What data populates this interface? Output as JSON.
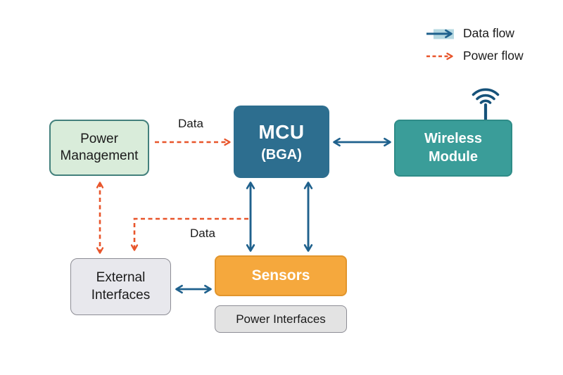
{
  "legend": {
    "items": [
      {
        "id": "data-flow",
        "label": "Data flow",
        "color": "#1f618d",
        "line_style": "solid"
      },
      {
        "id": "power-flow",
        "label": "Power flow",
        "color": "#e8552b",
        "line_style": "dashed"
      }
    ],
    "highlight_color": "#b5d8e1"
  },
  "nodes": {
    "power_management": {
      "label": "Power Management",
      "fill": "#d9ecda",
      "border": "#43807c",
      "text_color": "#1b1b1b"
    },
    "mcu": {
      "label": "MCU",
      "sublabel": "(BGA)",
      "fill": "#2d6e8f",
      "text_color": "#ffffff"
    },
    "wireless_module": {
      "label": "Wireless Module",
      "fill": "#3a9d99",
      "border": "#2f8c88",
      "text_color": "#ffffff"
    },
    "external_interfaces": {
      "label": "External Interfaces",
      "fill": "#e8e8ed",
      "border": "#8d8d95",
      "text_color": "#1b1b1b"
    },
    "sensors": {
      "label": "Sensors",
      "fill": "#f5a83d",
      "border": "#e2952c",
      "text_color": "#ffffff"
    },
    "power_interfaces": {
      "label": "Power Interfaces",
      "fill": "#e3e3e3",
      "border": "#8d8d95",
      "text_color": "#1b1b1b"
    }
  },
  "edges": [
    {
      "from": "power_management",
      "to": "mcu",
      "type": "power",
      "label": "Data",
      "direction": "one-way"
    },
    {
      "from": "mcu",
      "to": "wireless_module",
      "type": "data",
      "direction": "two-way"
    },
    {
      "from": "mcu",
      "to": "sensors",
      "type": "data",
      "direction": "two-way",
      "count": 2
    },
    {
      "from": "external_interfaces",
      "to": "sensors",
      "type": "data",
      "direction": "two-way"
    },
    {
      "from": "external_interfaces",
      "to": "power_management",
      "type": "power",
      "direction": "two-way"
    },
    {
      "from": "mcu_sensors_bus",
      "to": "external_interfaces",
      "type": "power",
      "label": "Data",
      "direction": "one-way"
    }
  ],
  "edge_labels": {
    "power_management_to_mcu": "Data",
    "bus_to_external_interfaces": "Data"
  },
  "icons": {
    "wifi": "wifi-icon"
  }
}
